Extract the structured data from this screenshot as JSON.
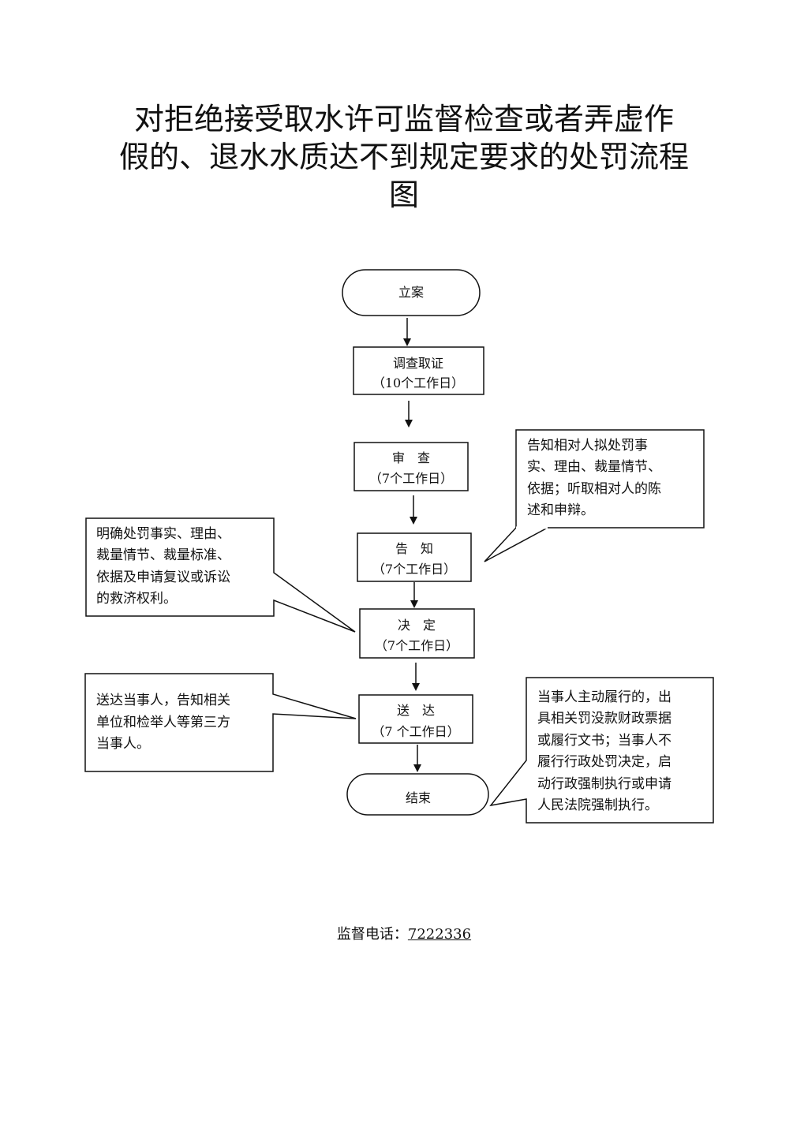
{
  "title": {
    "line1": "对拒绝接受取水许可监督检查或者弄虚作",
    "line2": "假的、退水水质达不到规定要求的处罚流程",
    "line3": "图"
  },
  "flow": {
    "start": "立案",
    "investigate": {
      "label": "调查取证",
      "duration": "（10个工作日）"
    },
    "review": {
      "label": "审　查",
      "duration": "（7个工作日）"
    },
    "notify": {
      "label": "告　知",
      "duration": "（7个工作日）"
    },
    "decide": {
      "label": "决　定",
      "duration": "（7个工作日）"
    },
    "deliver": {
      "label": "送　达",
      "duration": "（7 个工作日）"
    },
    "end": "结束"
  },
  "notes": {
    "notify_right": [
      "告知相对人拟处罚事",
      "实、理由、裁量情节、",
      "依据；听取相对人的陈",
      "述和申辩。"
    ],
    "decide_left": [
      "明确处罚事实、理由、",
      "裁量情节、裁量标准、",
      "依据及申请复议或诉讼",
      "的救济权利。"
    ],
    "deliver_left": [
      "送达当事人，告知相关",
      "单位和检举人等第三方",
      "当事人。"
    ],
    "end_right": [
      "当事人主动履行的，出",
      "具相关罚没款财政票据",
      "或履行文书；当事人不",
      "履行行政处罚决定，启",
      "动行政强制执行或申请",
      "人民法院强制执行。"
    ]
  },
  "footer": {
    "label": "监督电话：",
    "phone": "7222336"
  }
}
